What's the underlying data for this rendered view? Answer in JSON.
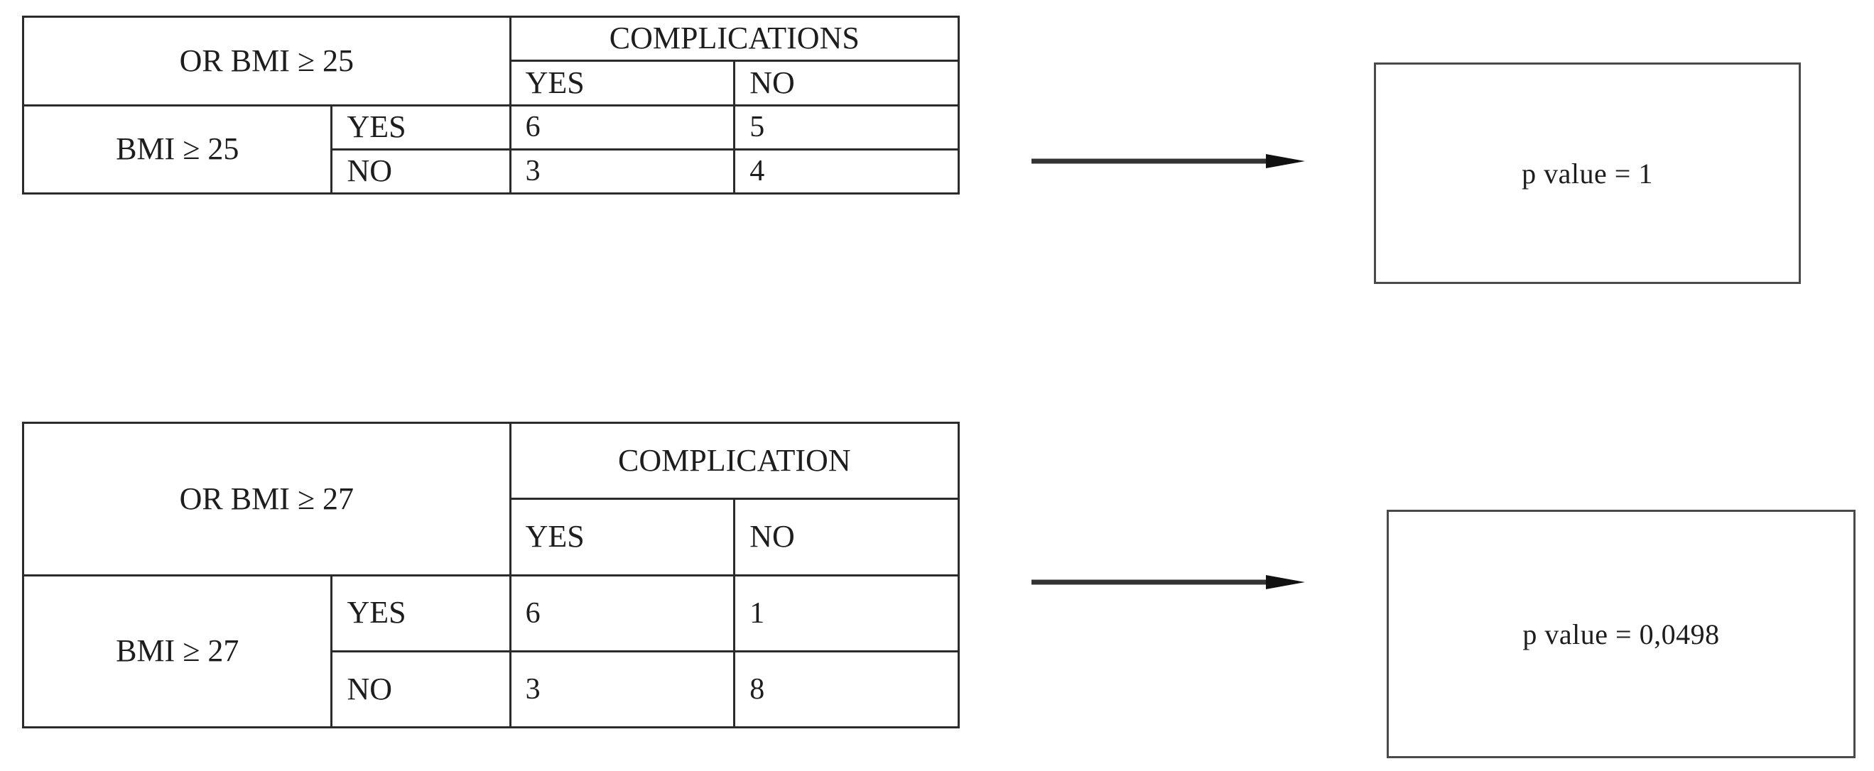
{
  "figure": {
    "blocks": [
      {
        "id": "bmi-25",
        "corner_label": "OR BMI ≥ 25",
        "column_group_header": "COMPLICATIONS",
        "column_headers": [
          "YES",
          "NO"
        ],
        "row_stub": "BMI ≥ 25",
        "row_headers": [
          "YES",
          "NO"
        ],
        "cells": [
          [
            "6",
            "5"
          ],
          [
            "3",
            "4"
          ]
        ],
        "arrow_icon": "right-arrow-icon",
        "result_label": "p value = 1"
      },
      {
        "id": "bmi-27",
        "corner_label": "OR BMI ≥ 27",
        "column_group_header": "COMPLICATION",
        "column_headers": [
          "YES",
          "NO"
        ],
        "row_stub": "BMI ≥ 27",
        "row_headers": [
          "YES",
          "NO"
        ],
        "cells": [
          [
            "6",
            "1"
          ],
          [
            "3",
            "8"
          ]
        ],
        "arrow_icon": "right-arrow-icon",
        "result_label": "p value = 0,0498"
      }
    ]
  },
  "colors": {
    "table_border": "#2b2b2b",
    "box_border": "#4a4a4a",
    "text": "#1d1d1d",
    "arrow": "#333333",
    "background": "#ffffff"
  },
  "chart_data": {
    "type": "table",
    "title": "",
    "tables": [
      {
        "name": "OR BMI ≥ 25",
        "row_variable": "BMI ≥ 25",
        "column_variable": "COMPLICATIONS",
        "columns": [
          "YES",
          "NO"
        ],
        "rows": [
          "YES",
          "NO"
        ],
        "values": [
          [
            6,
            5
          ],
          [
            3,
            4
          ]
        ],
        "p_value": "1"
      },
      {
        "name": "OR BMI ≥ 27",
        "row_variable": "BMI ≥ 27",
        "column_variable": "COMPLICATION",
        "columns": [
          "YES",
          "NO"
        ],
        "rows": [
          "YES",
          "NO"
        ],
        "values": [
          [
            6,
            1
          ],
          [
            3,
            8
          ]
        ],
        "p_value": "0,0498"
      }
    ]
  }
}
